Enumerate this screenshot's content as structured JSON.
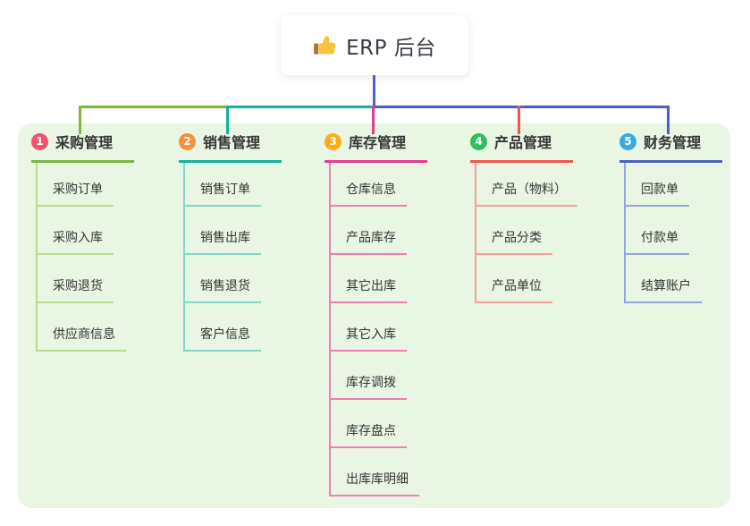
{
  "root": {
    "label": "ERP 后台",
    "icon": "thumbs-up-icon"
  },
  "colors": {
    "page_bg": "#ffffff",
    "canvas_bg": "#e9f6e3",
    "root_connector": "#4f61ce",
    "text": "#333333",
    "thumb_yellow": "#f9c23c",
    "thumb_cuff": "#a9772b"
  },
  "branches": [
    {
      "number": "1",
      "label": "采购管理",
      "badge_color": "#f4516c",
      "line_color": "#7db53e",
      "child_line_color": "#b7db90",
      "children": [
        "采购订单",
        "采购入库",
        "采购退货",
        "供应商信息"
      ]
    },
    {
      "number": "2",
      "label": "销售管理",
      "badge_color": "#f98e3c",
      "line_color": "#10b3a3",
      "child_line_color": "#82d7cc",
      "children": [
        "销售订单",
        "销售出库",
        "销售退货",
        "客户信息"
      ]
    },
    {
      "number": "3",
      "label": "库存管理",
      "badge_color": "#fbab1b",
      "line_color": "#e8388f",
      "child_line_color": "#f07eb5",
      "children": [
        "仓库信息",
        "产品库存",
        "其它出库",
        "其它入库",
        "库存调拨",
        "库存盘点",
        "出库库明细"
      ]
    },
    {
      "number": "4",
      "label": "产品管理",
      "badge_color": "#2bc25d",
      "line_color": "#f4544f",
      "child_line_color": "#f79e98",
      "children": [
        "产品（物料）",
        "产品分类",
        "产品单位"
      ]
    },
    {
      "number": "5",
      "label": "财务管理",
      "badge_color": "#38a9e4",
      "line_color": "#4a5fc6",
      "child_line_color": "#92a6dd",
      "children": [
        "回款单",
        "付款单",
        "结算账户"
      ]
    }
  ]
}
